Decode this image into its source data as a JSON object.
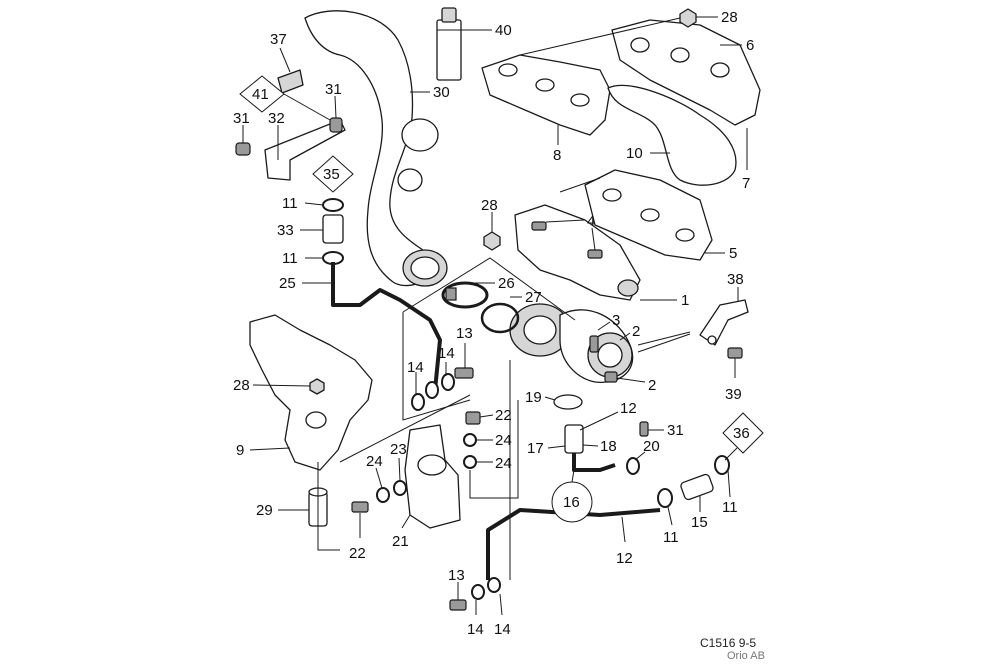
{
  "labels": [
    "37",
    "31",
    "41",
    "31",
    "32",
    "35",
    "11",
    "33",
    "11",
    "25",
    "30",
    "40",
    "28",
    "6",
    "8",
    "10",
    "7",
    "28",
    "4",
    "5",
    "1",
    "26",
    "27",
    "3",
    "2",
    "2",
    "38",
    "39",
    "13",
    "14",
    "14",
    "28",
    "9",
    "19",
    "12",
    "31",
    "20",
    "17",
    "18",
    "16",
    "22",
    "24",
    "24",
    "23",
    "24",
    "21",
    "22",
    "29",
    "36",
    "11",
    "15",
    "11",
    "12",
    "13",
    "14",
    "14"
  ],
  "caption": {
    "code": "C1516 9-5",
    "brand": "Orio AB"
  }
}
